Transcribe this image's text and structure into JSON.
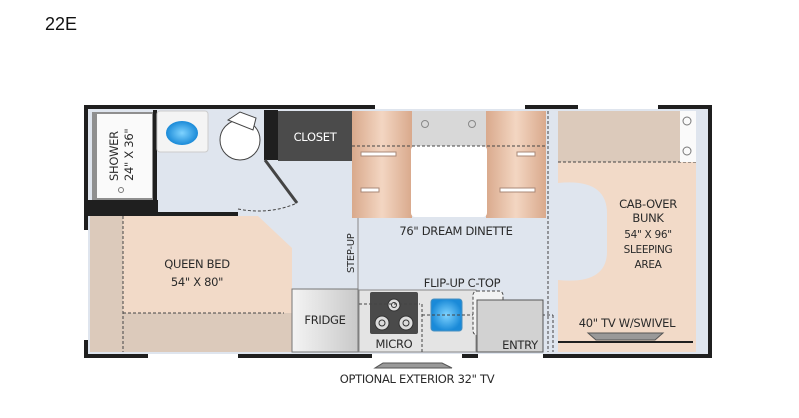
{
  "model": "22E",
  "rooms": {
    "shower": {
      "label": "SHOWER",
      "size": "24\" X 36\""
    },
    "closet": "CLOSET",
    "dinette": "76\" DREAM DINETTE",
    "queen_bed": {
      "label": "QUEEN BED",
      "size": "54\" X 80\""
    },
    "step_up": "STEP-UP",
    "flip_up": "FLIP-UP C-TOP",
    "fridge": "FRIDGE",
    "micro": "MICRO",
    "entry": "ENTRY",
    "cab_over": {
      "line1": "CAB-OVER",
      "line2": "BUNK",
      "size": "54\" X 96\"",
      "line4": "SLEEPING",
      "line5": "AREA"
    },
    "tv_swivel": "40\" TV W/SWIVEL",
    "exterior_tv": "OPTIONAL EXTERIOR 32\" TV"
  },
  "colors": {
    "wall": "#1f1f1f",
    "floor": "#dfe5ee",
    "bed": "#f2dac8",
    "bed_dark": "#dccabb",
    "closet": "#4b4b4b",
    "sink": "#2aa0e6"
  }
}
